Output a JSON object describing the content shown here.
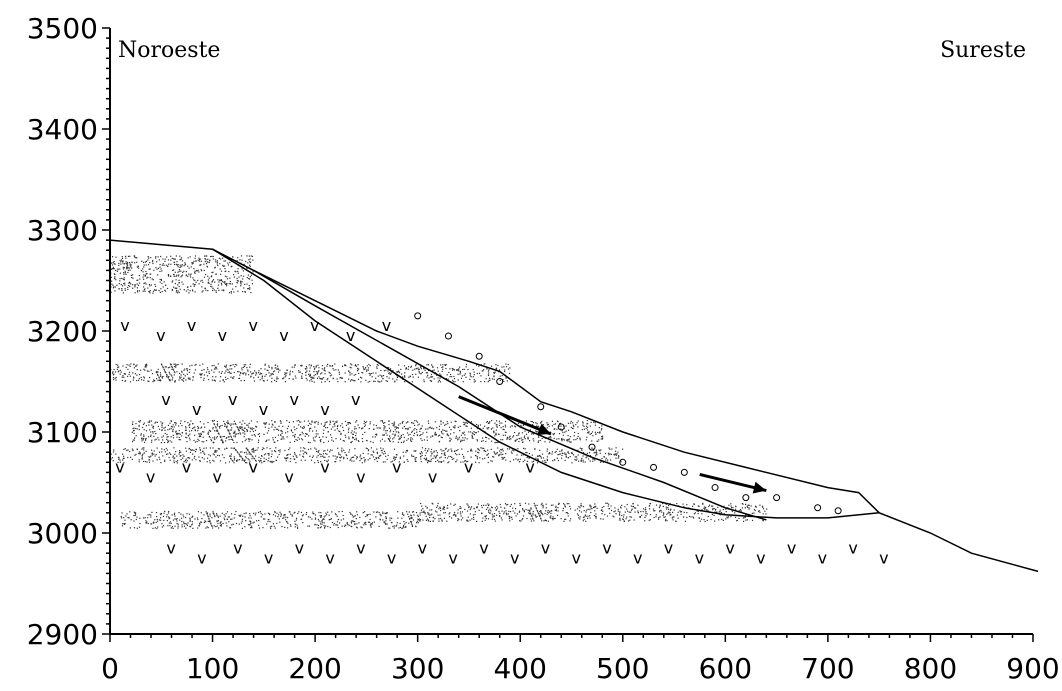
{
  "chart_data": {
    "type": "line",
    "title": "",
    "xlabel": "",
    "ylabel": "",
    "xlim": [
      0,
      900
    ],
    "ylim": [
      2900,
      3500
    ],
    "x_ticks": [
      0,
      100,
      200,
      300,
      400,
      500,
      600,
      700,
      800,
      900
    ],
    "y_ticks": [
      2900,
      3000,
      3100,
      3200,
      3300,
      3400,
      3500
    ],
    "x_tick_labels": [
      "0",
      "100",
      "200",
      "300",
      "400",
      "500",
      "600",
      "700",
      "800",
      "900"
    ],
    "y_tick_labels": [
      "2900",
      "3000",
      "3100",
      "3200",
      "3300",
      "3400",
      "3500"
    ],
    "corner_labels": {
      "left": "Noroeste",
      "right": "Sureste"
    },
    "series": [
      {
        "values": [
          [
            0,
            3290
          ],
          [
            100,
            3281
          ],
          [
            140,
            3260
          ],
          [
            200,
            3230
          ],
          [
            260,
            3200
          ],
          [
            300,
            3185
          ],
          [
            350,
            3170
          ],
          [
            380,
            3160
          ],
          [
            420,
            3130
          ],
          [
            450,
            3120
          ],
          [
            500,
            3100
          ],
          [
            560,
            3080
          ],
          [
            620,
            3065
          ],
          [
            700,
            3045
          ],
          [
            730,
            3040
          ],
          [
            750,
            3020
          ],
          [
            800,
            3000
          ],
          [
            840,
            2980
          ],
          [
            905,
            2962
          ]
        ]
      },
      {
        "values": [
          [
            100,
            3281
          ],
          [
            150,
            3250
          ],
          [
            200,
            3210
          ],
          [
            260,
            3170
          ],
          [
            320,
            3130
          ],
          [
            380,
            3090
          ],
          [
            440,
            3060
          ],
          [
            500,
            3040
          ],
          [
            560,
            3025
          ],
          [
            600,
            3018
          ],
          [
            650,
            3015
          ],
          [
            700,
            3015
          ],
          [
            750,
            3020
          ]
        ]
      },
      {
        "values": [
          [
            140,
            3260
          ],
          [
            200,
            3225
          ],
          [
            270,
            3185
          ],
          [
            340,
            3145
          ],
          [
            400,
            3105
          ],
          [
            470,
            3075
          ],
          [
            540,
            3050
          ],
          [
            600,
            3025
          ],
          [
            640,
            3013
          ]
        ]
      }
    ],
    "grid": false
  }
}
